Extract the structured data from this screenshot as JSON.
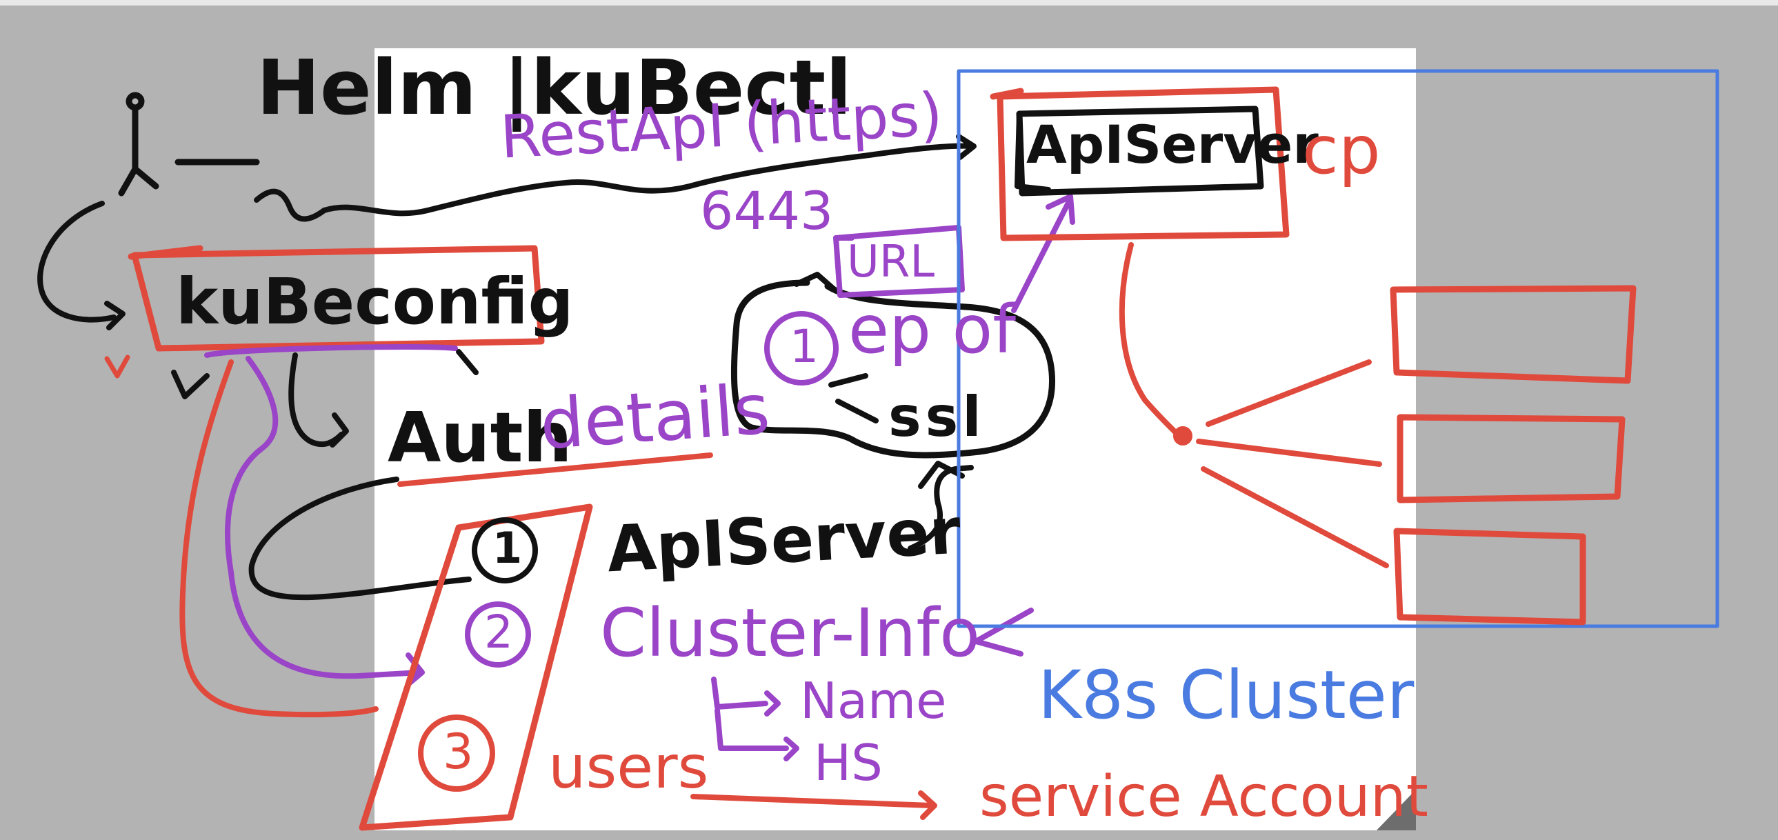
{
  "colors": {
    "black_ink": "#111111",
    "purple_ink": "#9a44c8",
    "red_ink": "#e04a3c",
    "blue_ink": "#4a7be0",
    "page": "#ffffff",
    "background": "#b3b3b3"
  },
  "icons": {
    "user": "stick-figure-icon",
    "corner": "page-curl-icon"
  },
  "labels": {
    "helm_kubectl": "Helm |kuBectl",
    "rest_api": "RestApI (https)",
    "port": "6443",
    "kubeconfig": "kuBeconfig",
    "auth": "Auth",
    "details": "details",
    "url": "URL",
    "ep_num": "1",
    "ep": "ep of",
    "ssl": "ssl",
    "api_server_box": "ApIServer",
    "cp": "cp",
    "item_1": "1",
    "item_2": "2",
    "item_3": "3",
    "api_server": "ApIServer",
    "cluster_info": "Cluster-Info",
    "name": "Name",
    "hs": "HS",
    "users": "users",
    "service_account": "service Account",
    "k8s_cluster": "K8s Cluster"
  }
}
